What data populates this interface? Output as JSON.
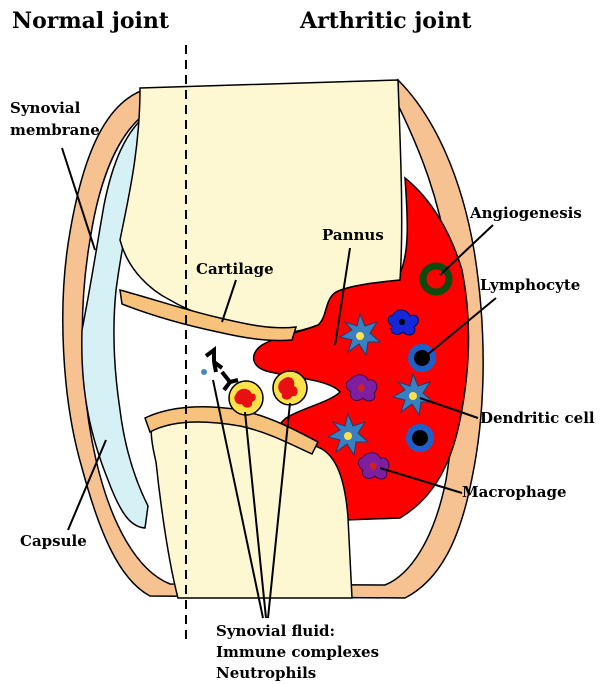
{
  "headings": {
    "normal": "Normal joint",
    "arthritic": "Arthritic joint"
  },
  "labels": {
    "synovial_membrane_1": "Synovial",
    "synovial_membrane_2": "membrane",
    "capsule": "Capsule",
    "cartilage": "Cartilage",
    "pannus": "Pannus",
    "angiogenesis": "Angiogenesis",
    "lymphocyte": "Lymphocyte",
    "dendritic_cell": "Dendritic cell",
    "macrophage": "Macrophage",
    "synovial_fluid_1": "Synovial fluid:",
    "synovial_fluid_2": "Immune complexes",
    "synovial_fluid_3": "Neutrophils"
  },
  "colors": {
    "bone": "#fdf8d2",
    "capsule": "#f7c291",
    "synovial_membrane": "#d6f1f6",
    "cartilage": "#f7c37c",
    "pannus": "#ff0000",
    "lymphocyte_ring": "#1d60c9",
    "angiogenesis_ring": "#0d4a0d",
    "dendritic": "#3a7fc1",
    "macrophage": "#7d1fa0",
    "neutrophil": "#ffe24a"
  }
}
